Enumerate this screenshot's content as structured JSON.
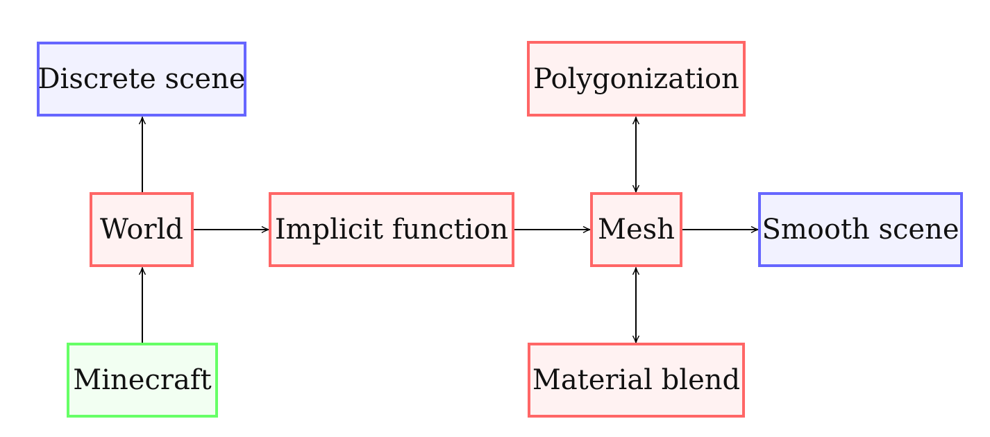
{
  "nodes": {
    "discrete_scene": {
      "label": "Discrete scene",
      "color": "#6666ff"
    },
    "world": {
      "label": "World",
      "color": "#ff6666"
    },
    "minecraft": {
      "label": "Minecraft",
      "color": "#66ff66"
    },
    "implicit_function": {
      "label": "Implicit function",
      "color": "#ff6666"
    },
    "polygonization": {
      "label": "Polygonization",
      "color": "#ff6666"
    },
    "mesh": {
      "label": "Mesh",
      "color": "#ff6666"
    },
    "material_blend": {
      "label": "Material blend",
      "color": "#ff6666"
    },
    "smooth_scene": {
      "label": "Smooth scene",
      "color": "#6666ff"
    }
  },
  "edges": [
    {
      "from": "minecraft",
      "to": "world",
      "direction": "forward"
    },
    {
      "from": "world",
      "to": "discrete_scene",
      "direction": "forward"
    },
    {
      "from": "world",
      "to": "implicit_function",
      "direction": "forward"
    },
    {
      "from": "implicit_function",
      "to": "mesh",
      "direction": "forward"
    },
    {
      "from": "mesh",
      "to": "smooth_scene",
      "direction": "forward"
    },
    {
      "from": "polygonization",
      "to": "mesh",
      "direction": "both"
    },
    {
      "from": "mesh",
      "to": "material_blend",
      "direction": "both"
    }
  ]
}
